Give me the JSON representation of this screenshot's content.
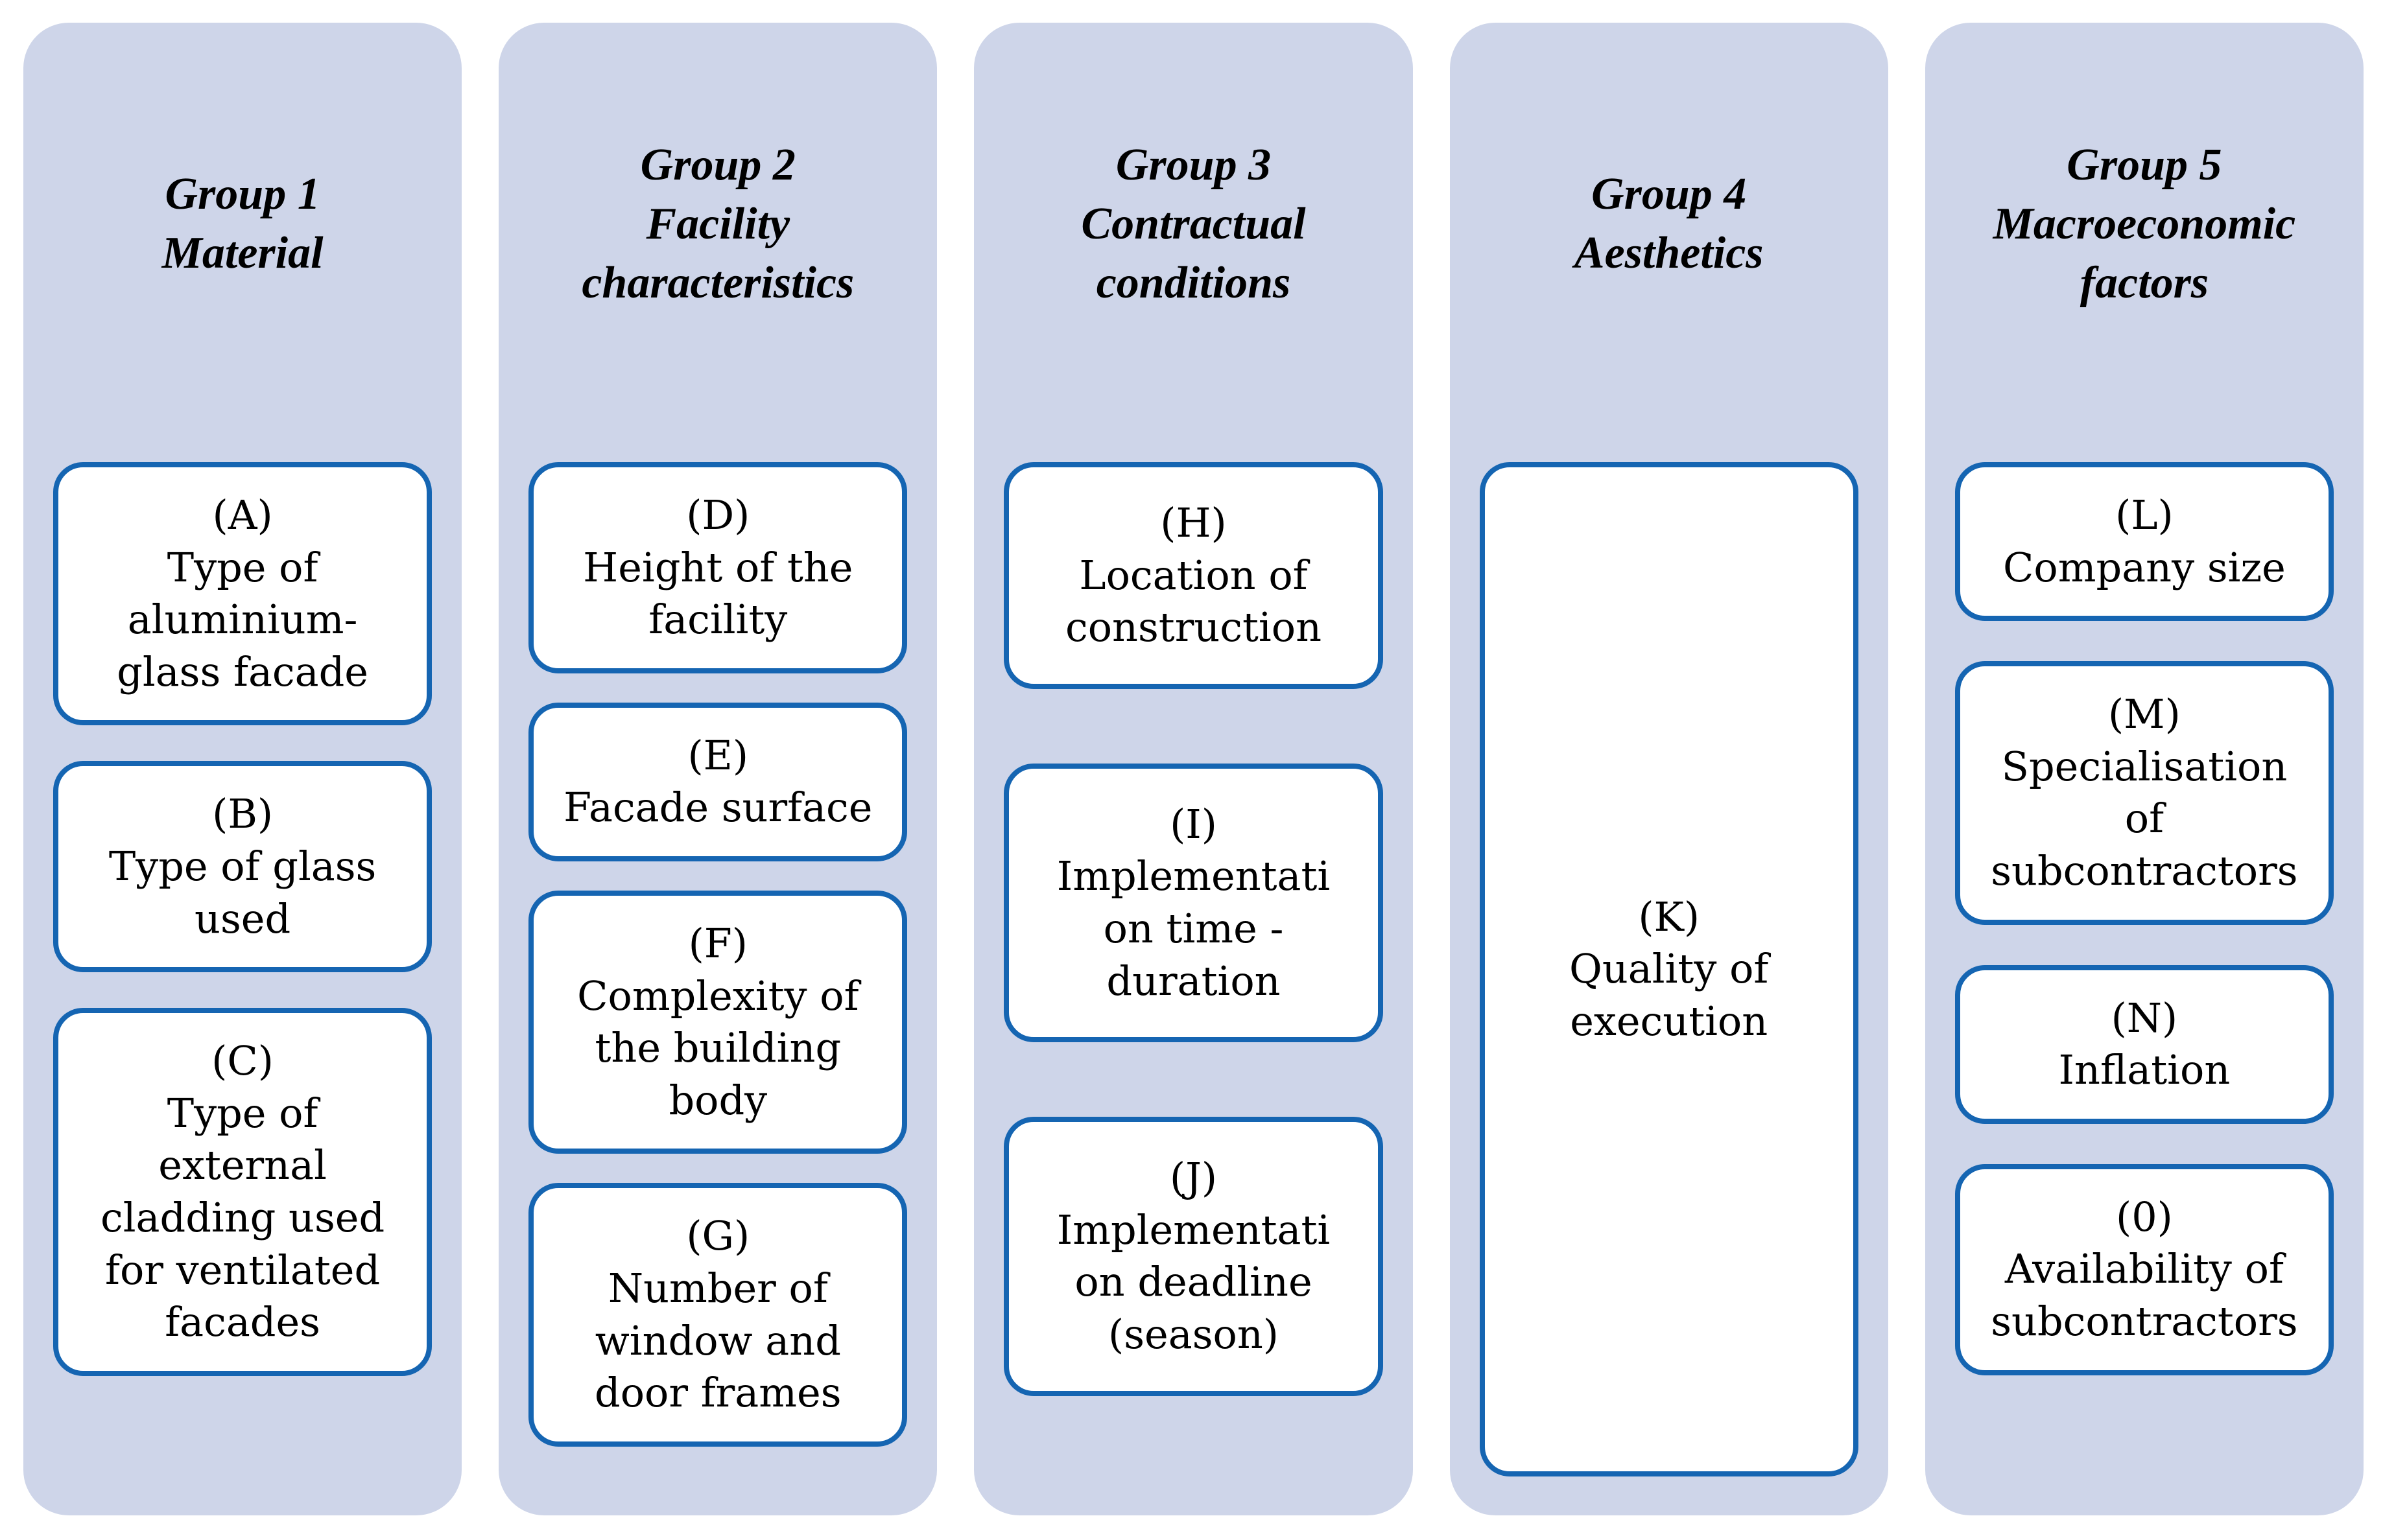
{
  "colors": {
    "column_bg": "#ced5e9",
    "box_border": "#1565b2",
    "box_bg": "#ffffff",
    "text": "#000000",
    "page_bg": "#ffffff"
  },
  "groups": [
    {
      "id": "group-1",
      "title": "Group 1\nMaterial",
      "items": [
        {
          "key": "A",
          "text": "(A)\nType of\naluminium-\nglass facade"
        },
        {
          "key": "B",
          "text": "(B)\nType of glass\nused"
        },
        {
          "key": "C",
          "text": "(C)\nType of\nexternal\ncladding used\nfor ventilated\nfacades"
        }
      ]
    },
    {
      "id": "group-2",
      "title": "Group 2\nFacility\ncharacteristics",
      "items": [
        {
          "key": "D",
          "text": "(D)\nHeight of the\nfacility"
        },
        {
          "key": "E",
          "text": "(E)\nFacade surface"
        },
        {
          "key": "F",
          "text": "(F)\nComplexity of\nthe building\nbody"
        },
        {
          "key": "G",
          "text": "(G)\nNumber of\nwindow and\ndoor frames"
        }
      ]
    },
    {
      "id": "group-3",
      "title": "Group 3\nContractual\nconditions",
      "items": [
        {
          "key": "H",
          "text": "(H)\nLocation of\nconstruction"
        },
        {
          "key": "I",
          "text": "(I)\nImplementati\non time -\nduration"
        },
        {
          "key": "J",
          "text": "(J)\nImplementati\non deadline\n(season)"
        }
      ]
    },
    {
      "id": "group-4",
      "title": "Group 4\nAesthetics",
      "items": [
        {
          "key": "K",
          "text": "(K)\nQuality of\nexecution"
        }
      ]
    },
    {
      "id": "group-5",
      "title": "Group 5\nMacroeconomic\nfactors",
      "items": [
        {
          "key": "L",
          "text": "(L)\nCompany size"
        },
        {
          "key": "M",
          "text": "(M)\nSpecialisation\nof\nsubcontractors"
        },
        {
          "key": "N",
          "text": "(N)\nInflation"
        },
        {
          "key": "0",
          "text": "(0)\nAvailability of\nsubcontractors"
        }
      ]
    }
  ]
}
